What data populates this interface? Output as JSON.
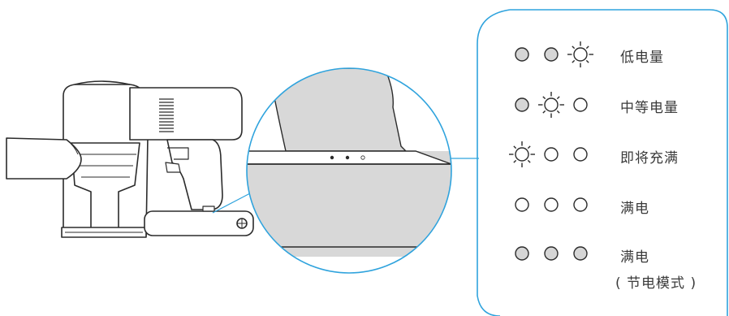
{
  "colors": {
    "line": "#2b2b2b",
    "panel_border": "#2fa3dd",
    "led_off_fill": "#ffffff",
    "led_dim_fill": "#d6d6d6",
    "zoom_fill": "#d8d8d8",
    "text": "#3a3a3a"
  },
  "legend": [
    {
      "leds": [
        "dim",
        "dim",
        "blink"
      ],
      "label": "低电量"
    },
    {
      "leds": [
        "dim",
        "blink",
        "off"
      ],
      "label": "中等电量"
    },
    {
      "leds": [
        "blink",
        "off",
        "off"
      ],
      "label": "即将充满"
    },
    {
      "leds": [
        "off",
        "off",
        "off"
      ],
      "label": "满电"
    },
    {
      "leds": [
        "dim",
        "dim",
        "dim"
      ],
      "label": "满电",
      "sublabel": "( 节电模式 )"
    }
  ],
  "icons": [
    "vacuum-illustration",
    "magnifier-zoom-circle",
    "blinking-led-icon",
    "led-indicator-icon"
  ]
}
